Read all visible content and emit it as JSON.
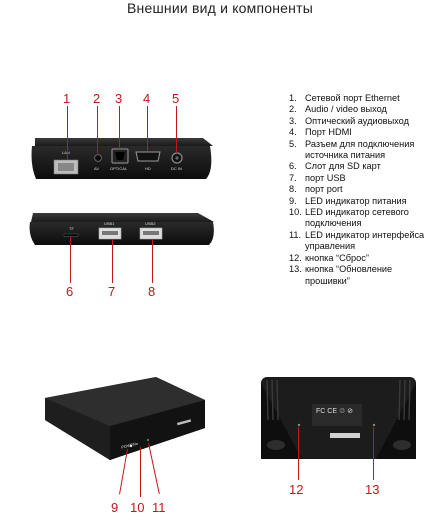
{
  "title": "Внешнии вид и компоненты",
  "callouts": [
    "1",
    "2",
    "3",
    "4",
    "5",
    "6",
    "7",
    "8",
    "9",
    "10",
    "11",
    "12",
    "13"
  ],
  "port_labels": {
    "lan": "LAN",
    "av": "AV",
    "optical": "OPTICAL",
    "hd": "HD",
    "dcin": "DC IN",
    "tf": "TF",
    "usb1": "USB1",
    "usb2": "USB2",
    "power": "POWER"
  },
  "legend": [
    {
      "n": "1.",
      "text": "Сетевой порт Ethernet"
    },
    {
      "n": "2.",
      "text": "Audio / video выход"
    },
    {
      "n": "3.",
      "text": "Оптический аудиовыход"
    },
    {
      "n": "4.",
      "text": "Порт HDMI"
    },
    {
      "n": "5.",
      "text": "Разъем для подключения источника питания"
    },
    {
      "n": "6.",
      "text": "Слот для SD карт"
    },
    {
      "n": "7.",
      "text": "порт USB"
    },
    {
      "n": "8.",
      "text": "порт port"
    },
    {
      "n": "9.",
      "text": "LED индикатор питания"
    },
    {
      "n": "10.",
      "text": "LED индикатор сетевого подключения"
    },
    {
      "n": "11.",
      "text": "LED индикатор интерфейса управления"
    },
    {
      "n": "12.",
      "text": "кнопка “Сброс”"
    },
    {
      "n": "13.",
      "text": "кнопка “Обновление прошивки”"
    }
  ],
  "colors": {
    "accent": "#c31818",
    "device": "#1c1c1c"
  }
}
